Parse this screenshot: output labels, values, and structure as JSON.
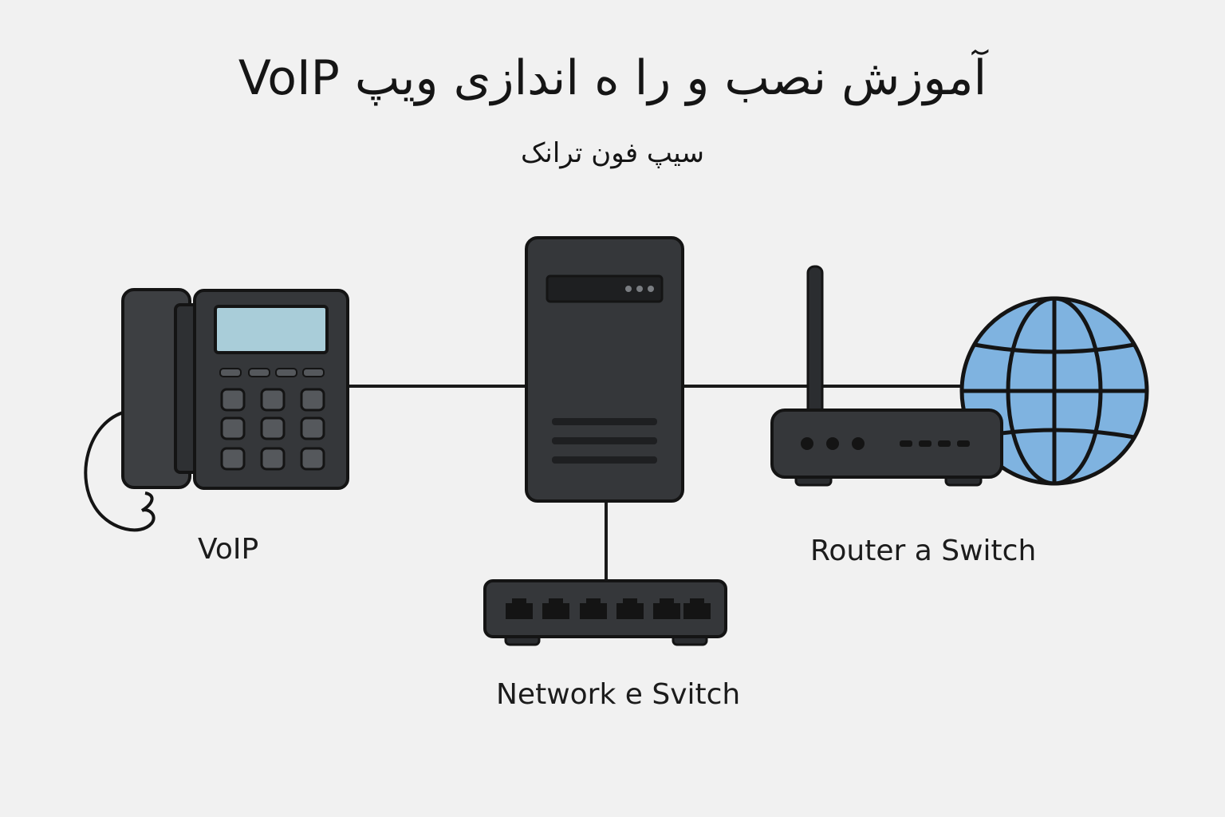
{
  "header": {
    "title": "آموزش نصب و را ه اندازی ویپ VoIP",
    "subtitle": "سیپ فون ترانک"
  },
  "labels": {
    "phone": "VoIP",
    "router": "Router a Switch",
    "switch": "Network e Svitch"
  },
  "colors": {
    "background": "#f1f1f1",
    "device": "#35373a",
    "outline": "#141414",
    "screen": "#a9cdd9",
    "globe": "#7fb3e0",
    "line": "#1a1a1a"
  },
  "icons": [
    "voip-desk-phone-icon",
    "server-tower-icon",
    "wifi-router-icon",
    "globe-icon",
    "network-switch-icon"
  ]
}
